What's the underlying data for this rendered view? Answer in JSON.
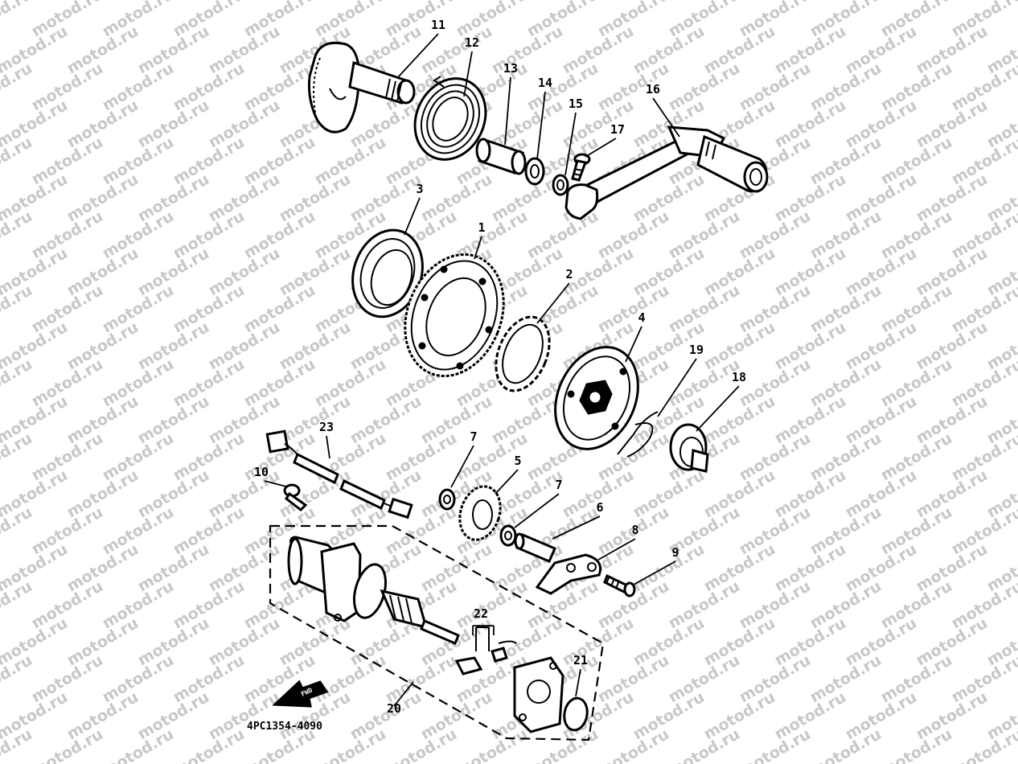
{
  "watermark": "motod.ru",
  "diagram_code": "4PC1354-4090",
  "fwd_label": "FWD",
  "callouts": [
    {
      "id": "11",
      "label": "11"
    },
    {
      "id": "12",
      "label": "12"
    },
    {
      "id": "13",
      "label": "13"
    },
    {
      "id": "14",
      "label": "14"
    },
    {
      "id": "15",
      "label": "15"
    },
    {
      "id": "16",
      "label": "16"
    },
    {
      "id": "17",
      "label": "17"
    },
    {
      "id": "3",
      "label": "3"
    },
    {
      "id": "1",
      "label": "1"
    },
    {
      "id": "2",
      "label": "2"
    },
    {
      "id": "4",
      "label": "4"
    },
    {
      "id": "19",
      "label": "19"
    },
    {
      "id": "18",
      "label": "18"
    },
    {
      "id": "23",
      "label": "23"
    },
    {
      "id": "7a",
      "label": "7"
    },
    {
      "id": "5",
      "label": "5"
    },
    {
      "id": "7b",
      "label": "7"
    },
    {
      "id": "6",
      "label": "6"
    },
    {
      "id": "10",
      "label": "10"
    },
    {
      "id": "8",
      "label": "8"
    },
    {
      "id": "9",
      "label": "9"
    },
    {
      "id": "22",
      "label": "22"
    },
    {
      "id": "21",
      "label": "21"
    },
    {
      "id": "20",
      "label": "20"
    }
  ]
}
